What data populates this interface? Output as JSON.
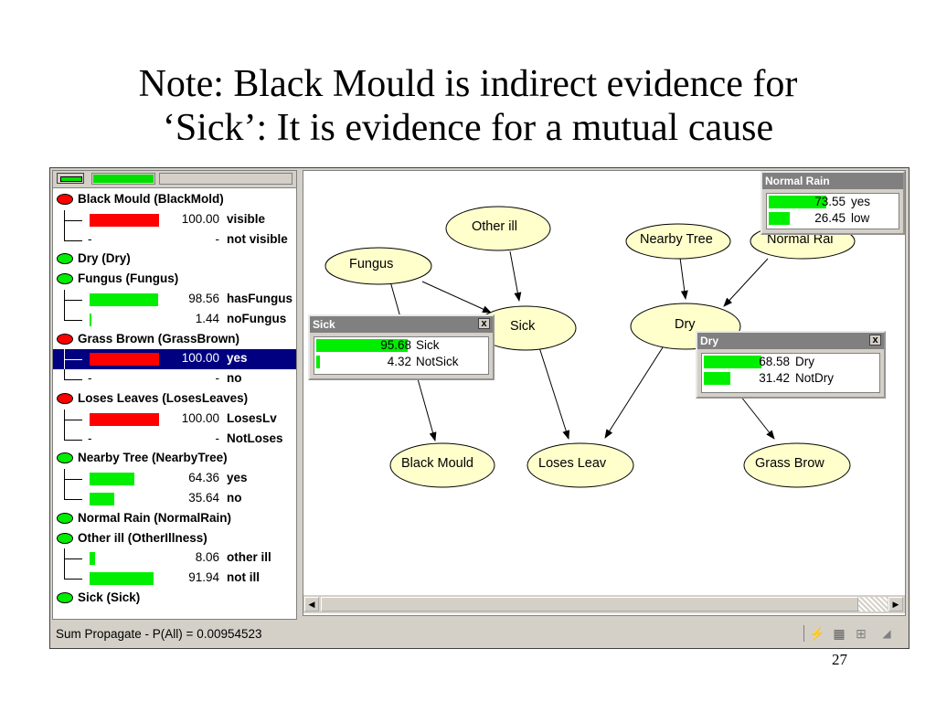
{
  "slide": {
    "title_line1": "Note: Black Mould is indirect evidence for",
    "title_line2": "‘Sick’: It is evidence for a mutual cause",
    "page_number": "27"
  },
  "colors": {
    "evidence_bar": "#ff0000",
    "belief_bar": "#00ee00",
    "node_fill": "#ffffcc",
    "selection": "#000080"
  },
  "tree": {
    "nodes": [
      {
        "label": "Black Mould  (BlackMold)",
        "state": "red",
        "states": [
          {
            "value": "100.00",
            "label": "visible",
            "bar": 100,
            "color": "red"
          },
          {
            "value": "-",
            "label": "not visible",
            "bar": 0,
            "color": "none"
          }
        ]
      },
      {
        "label": "Dry  (Dry)",
        "state": "green",
        "states": []
      },
      {
        "label": "Fungus  (Fungus)",
        "state": "green",
        "states": [
          {
            "value": "98.56",
            "label": "hasFungus",
            "bar": 98.56,
            "color": "green"
          },
          {
            "value": "1.44",
            "label": "noFungus",
            "bar": 1.44,
            "color": "green"
          }
        ]
      },
      {
        "label": "Grass Brown  (GrassBrown)",
        "state": "red",
        "states": [
          {
            "value": "100.00",
            "label": "yes",
            "bar": 100,
            "color": "red",
            "selected": true
          },
          {
            "value": "-",
            "label": "no",
            "bar": 0,
            "color": "none"
          }
        ]
      },
      {
        "label": "Loses Leaves  (LosesLeaves)",
        "state": "red",
        "states": [
          {
            "value": "100.00",
            "label": "LosesLv",
            "bar": 100,
            "color": "red"
          },
          {
            "value": "-",
            "label": "NotLoses",
            "bar": 0,
            "color": "none"
          }
        ]
      },
      {
        "label": "Nearby Tree  (NearbyTree)",
        "state": "green",
        "states": [
          {
            "value": "64.36",
            "label": "yes",
            "bar": 64.36,
            "color": "green"
          },
          {
            "value": "35.64",
            "label": "no",
            "bar": 35.64,
            "color": "green"
          }
        ]
      },
      {
        "label": "Normal Rain  (NormalRain)",
        "state": "green",
        "states": []
      },
      {
        "label": "Other ill  (OtherIllness)",
        "state": "green",
        "states": [
          {
            "value": "8.06",
            "label": "other ill",
            "bar": 8.06,
            "color": "green"
          },
          {
            "value": "91.94",
            "label": "not ill",
            "bar": 91.94,
            "color": "green"
          }
        ]
      },
      {
        "label": "Sick  (Sick)",
        "state": "green",
        "states": []
      }
    ]
  },
  "graph": {
    "nodes": {
      "fungus": "Fungus",
      "other_ill": "Other ill",
      "sick": "Sick",
      "nearby_tree": "Nearby Tree",
      "normal_rain": "Normal Rai",
      "dry": "Dry",
      "black_mould": "Black Mould",
      "loses_leaves": "Loses Leav",
      "grass_brown": "Grass Brow"
    },
    "windows": {
      "normal_rain": {
        "title": "Normal Rain",
        "rows": [
          {
            "value": "73.55",
            "label": "yes",
            "bar": 73.55
          },
          {
            "value": "26.45",
            "label": "low",
            "bar": 26.45
          }
        ]
      },
      "sick": {
        "title": "Sick",
        "close": "x",
        "rows": [
          {
            "value": "95.68",
            "label": "Sick",
            "bar": 95.68
          },
          {
            "value": "4.32",
            "label": "NotSick",
            "bar": 4.32
          }
        ]
      },
      "dry": {
        "title": "Dry",
        "close": "x",
        "rows": [
          {
            "value": "68.58",
            "label": "Dry",
            "bar": 68.58
          },
          {
            "value": "31.42",
            "label": "NotDry",
            "bar": 31.42
          }
        ]
      }
    }
  },
  "statusbar": {
    "text": "Sum Propagate - P(All) = 0.00954523",
    "icons": [
      "lightning-icon",
      "grid-icon",
      "network-icon",
      "resize-grip-icon"
    ]
  }
}
